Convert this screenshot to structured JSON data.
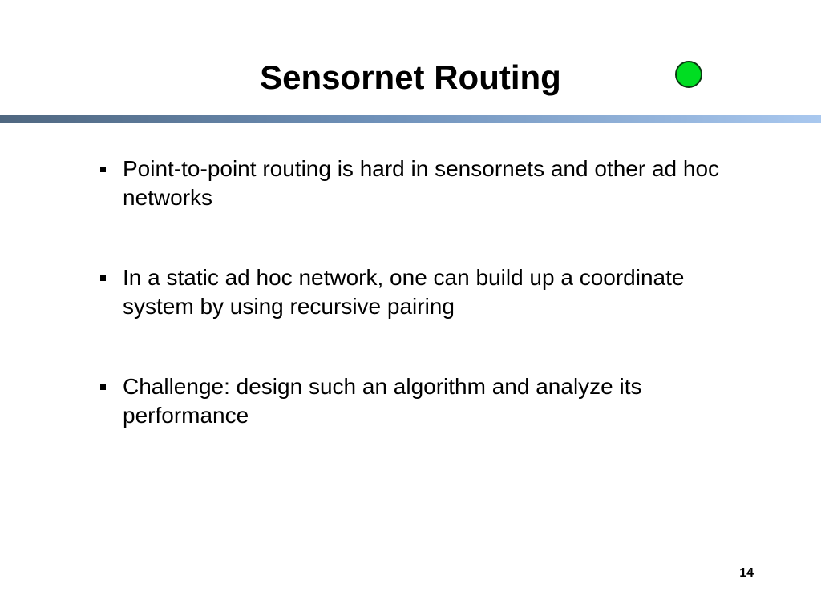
{
  "slide": {
    "title": "Sensornet Routing",
    "page_number": "14",
    "accent_colors": {
      "status_dot": "#00dd22",
      "rule_start": "#4f6780",
      "rule_end": "#a9c8ef"
    },
    "bullets": [
      {
        "text": "Point-to-point routing is hard in sensornets and other ad hoc networks"
      },
      {
        "text": "In a static ad hoc network, one can build up a coordinate system by using recursive pairing"
      },
      {
        "text": "Challenge: design such an algorithm and analyze its performance"
      }
    ]
  }
}
